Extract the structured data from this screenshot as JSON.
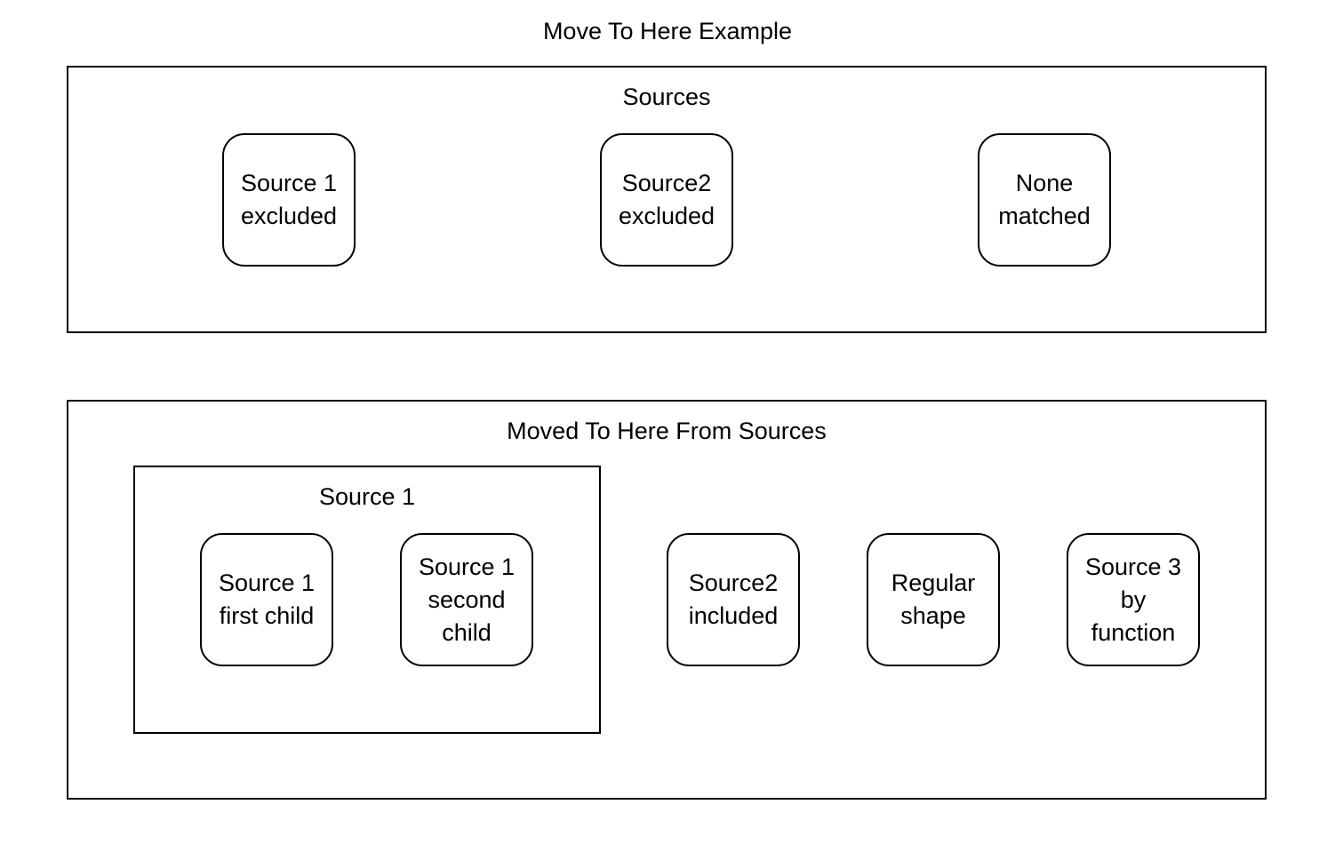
{
  "title": "Move To Here Example",
  "colors": {
    "background": "#ffffff",
    "border": "#000000",
    "text": "#000000"
  },
  "sources_section": {
    "label": "Sources",
    "nodes": [
      {
        "label": "Source 1\nexcluded"
      },
      {
        "label": "Source2\nexcluded"
      },
      {
        "label": "None\nmatched"
      }
    ]
  },
  "moved_section": {
    "label": "Moved To Here From Sources",
    "group": {
      "label": "Source 1",
      "nodes": [
        {
          "label": "Source 1\nfirst child"
        },
        {
          "label": "Source 1\nsecond\nchild"
        }
      ]
    },
    "nodes": [
      {
        "label": "Source2\nincluded"
      },
      {
        "label": "Regular\nshape"
      },
      {
        "label": "Source 3\nby\nfunction"
      }
    ]
  }
}
